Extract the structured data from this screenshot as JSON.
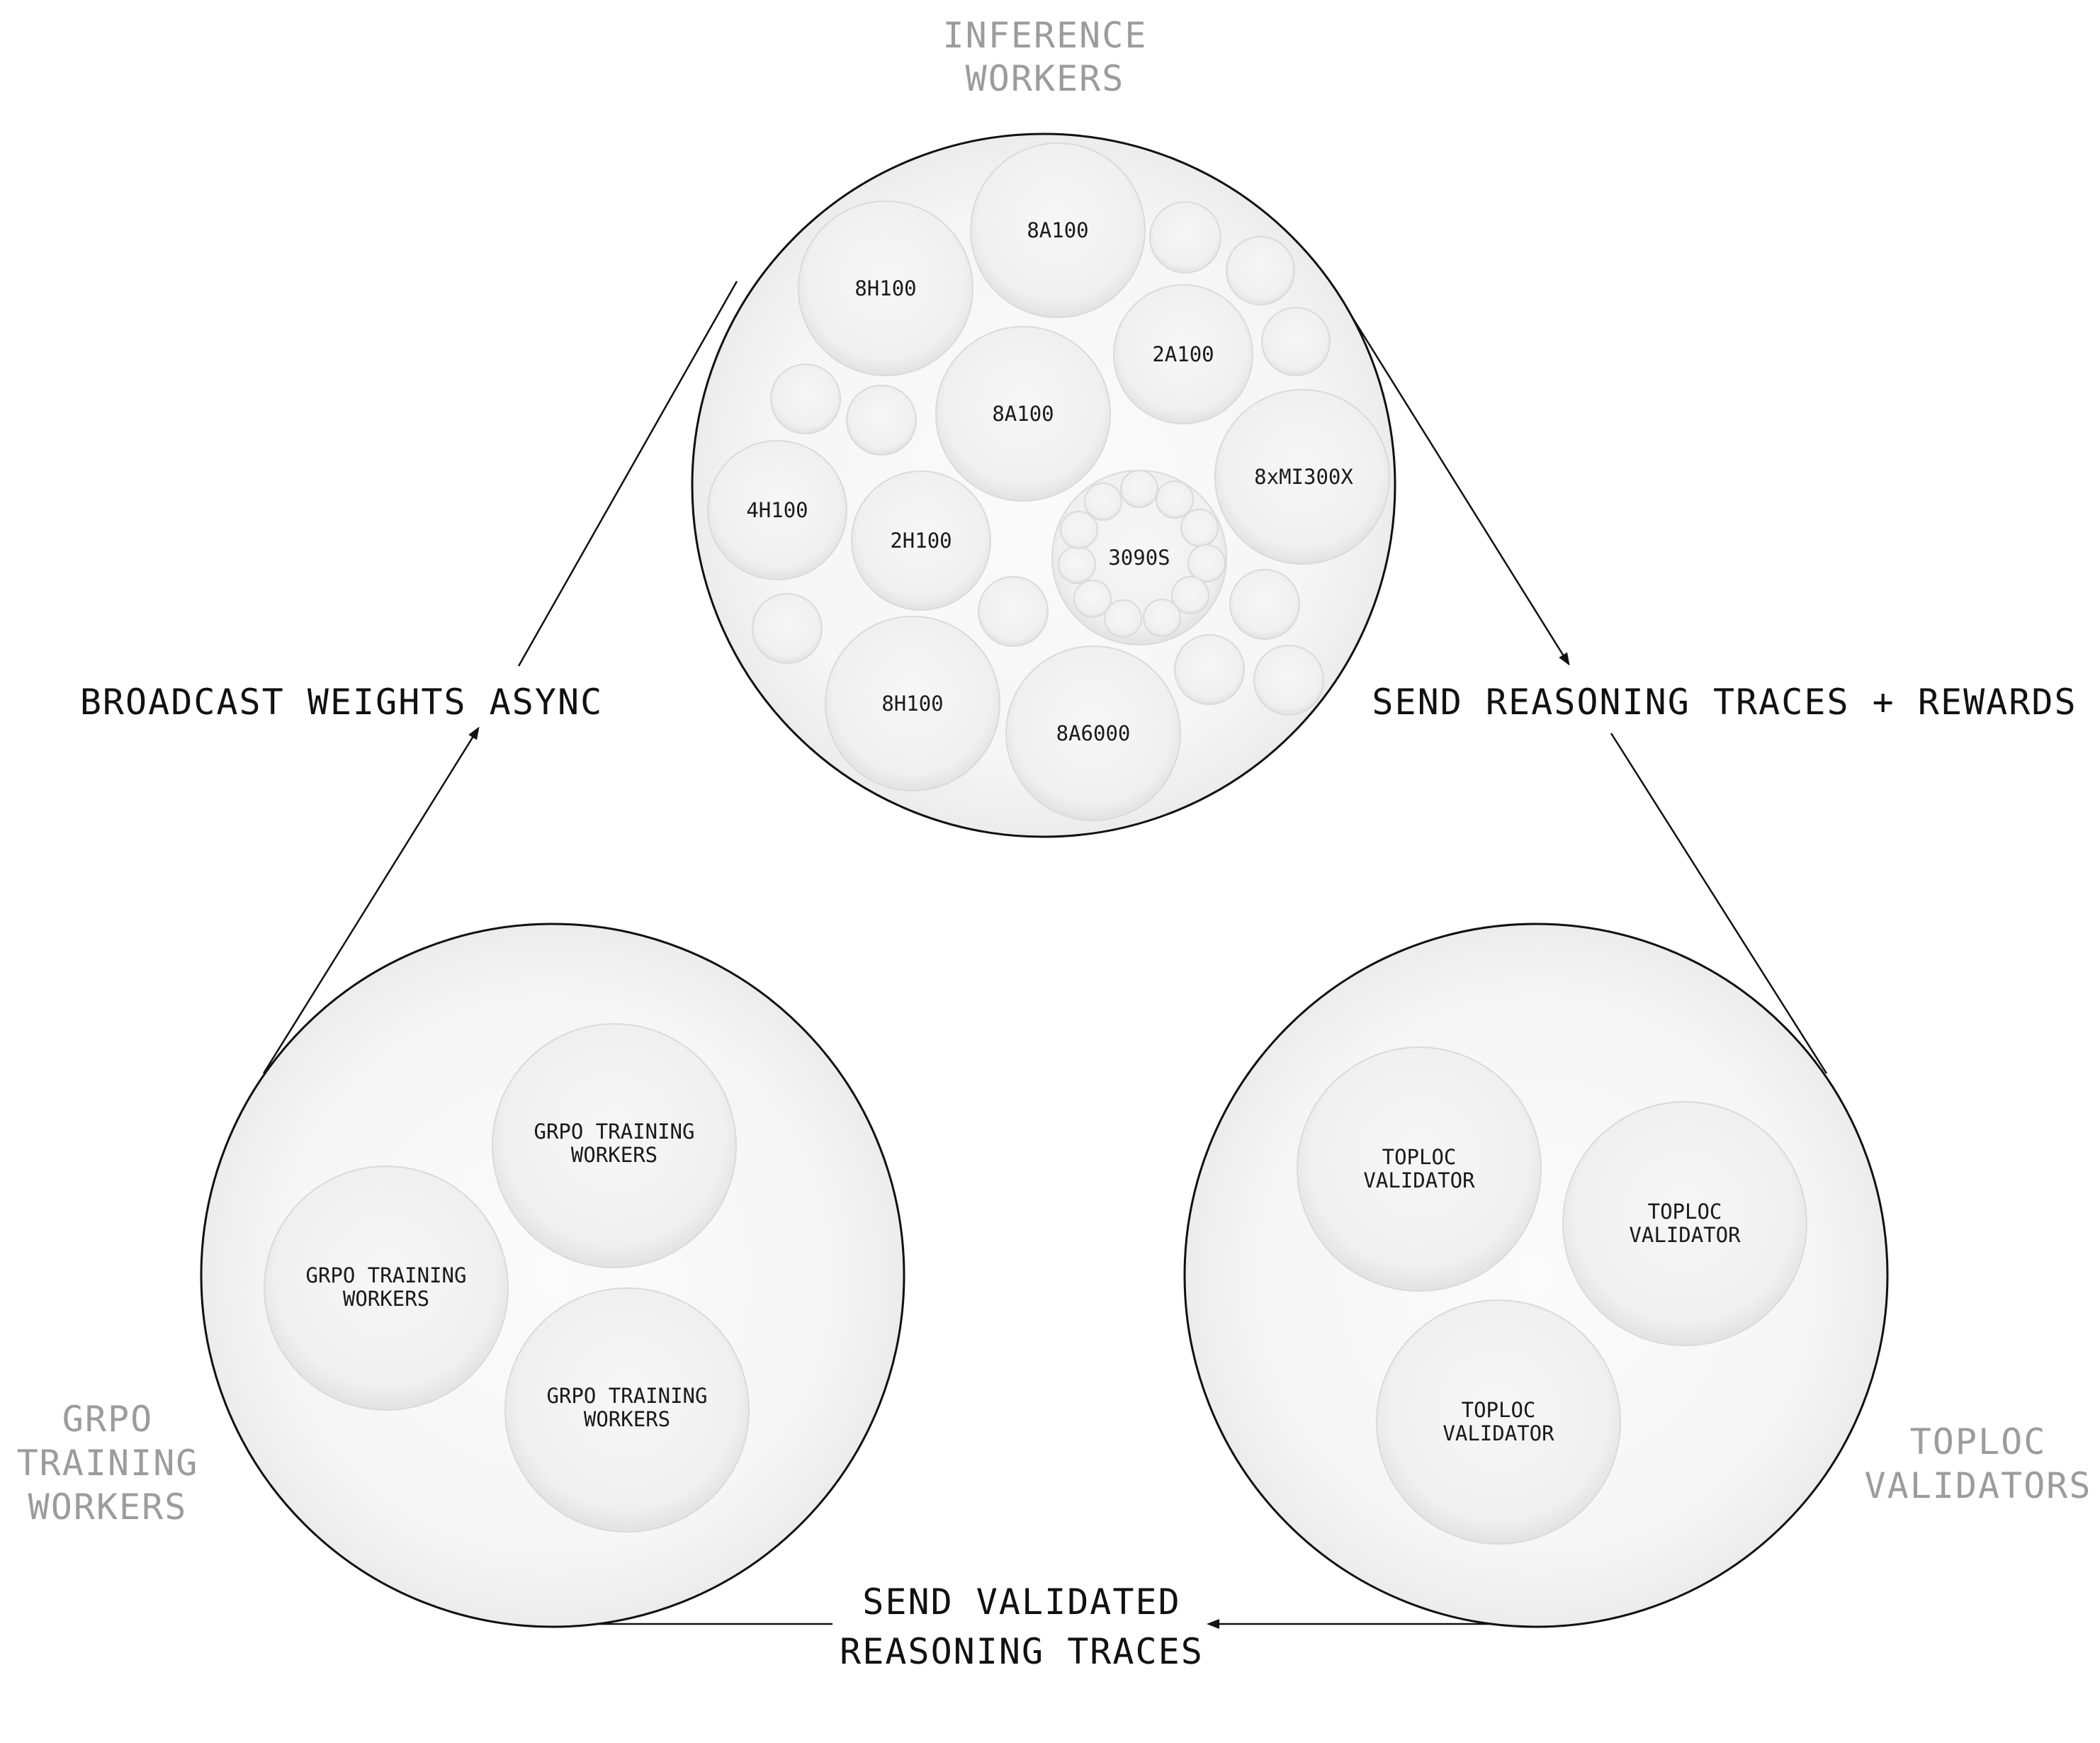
{
  "groups": {
    "inference": {
      "title_lines": [
        "INFERENCE",
        "WORKERS"
      ],
      "nodes": [
        "8A100",
        "8H100",
        "2A100",
        "8A100",
        "8xMI300X",
        "4H100",
        "2H100",
        "3090S",
        "8H100",
        "8A6000"
      ]
    },
    "training": {
      "title_lines": [
        "GRPO",
        "TRAINING",
        "WORKERS"
      ],
      "node_lines": [
        "GRPO TRAINING",
        "WORKERS"
      ]
    },
    "validators": {
      "title_lines": [
        "TOPLOC",
        "VALIDATORS"
      ],
      "node_lines": [
        "TOPLOC",
        "VALIDATOR"
      ]
    }
  },
  "flows": {
    "broadcast": [
      "BROADCAST WEIGHTS ASYNC"
    ],
    "send_traces": [
      "SEND REASONING TRACES + REWARDS"
    ],
    "send_validated": [
      "SEND VALIDATED",
      "REASONING TRACES"
    ]
  },
  "colors": {
    "stroke": "#111111",
    "group_title": "#9c9c9c",
    "bubble_fill": "#f1f1f1",
    "container_fill": "#f6f6f6"
  }
}
